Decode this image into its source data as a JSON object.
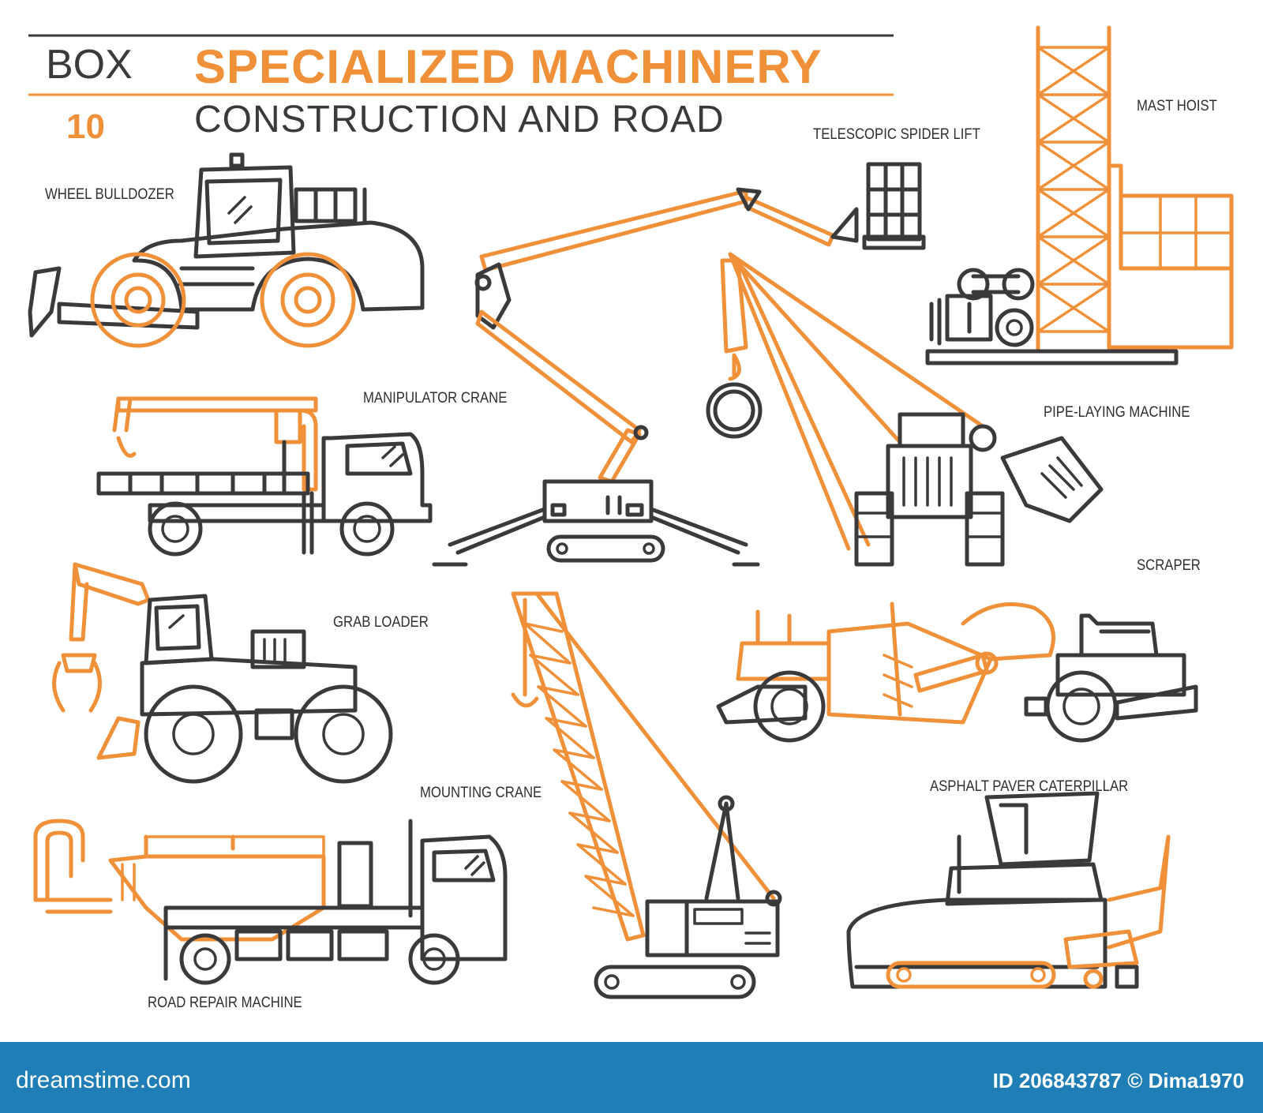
{
  "header": {
    "box_word": "BOX",
    "box_number": "10",
    "title": "SPECIALIZED MACHINERY",
    "subtitle": "CONSTRUCTION AND ROAD"
  },
  "labels": {
    "wheel_bulldozer": "WHEEL BULLDOZER",
    "telescopic_spider_lift": "TELESCOPIC SPIDER LIFT",
    "mast_hoist": "MAST HOIST",
    "manipulator_crane": "MANIPULATOR CRANE",
    "pipe_laying_machine": "PIPE-LAYING MACHINE",
    "scraper": "SCRAPER",
    "grab_loader": "GRAB LOADER",
    "mounting_crane": "MOUNTING CRANE",
    "asphalt_paver_caterpillar": "ASPHALT PAVER CATERPILLAR",
    "road_repair_machine": "ROAD REPAIR MACHINE"
  },
  "footer": {
    "logo": "dreamstime.com",
    "image_id": "ID 206843787 © Dima1970"
  },
  "colors": {
    "accent": "#f0913a",
    "ink": "#3a3a3c",
    "footer_band": "#1f7eb5"
  }
}
